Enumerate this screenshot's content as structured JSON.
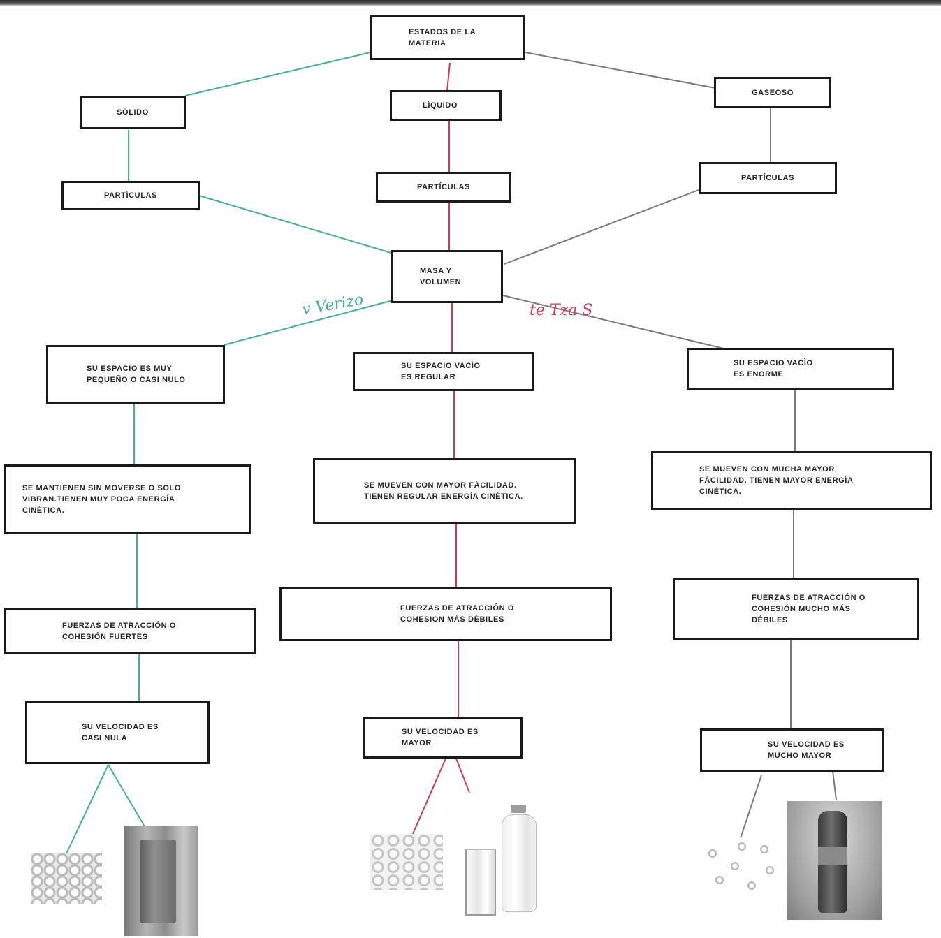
{
  "nodes": {
    "root": "ESTADOS DE LA\nMATERIA",
    "solido": "SÓLIDO",
    "liquido": "LÍQUIDO",
    "gaseoso": "GASEOSO",
    "part_solido": "PARTÍCULAS",
    "part_liquido": "PARTÍCULAS",
    "part_gaseoso": "PARTÍCULAS",
    "masa": "MASA Y\nVOLUMEN",
    "esp_solido": "SU ESPACIO ES MUY\nPEQUEÑO O CASI NULO",
    "esp_liquido": "SU ESPACIO VACÌO\nES REGULAR",
    "esp_gaseoso": "SU ESPACIO VACÌO\nES ENORME",
    "mov_solido": "SE MANTIENEN SIN MOVERSE O SOLO\nVIBRAN.TIENEN MUY POCA ENERGÍA\nCINÉTICA.",
    "mov_liquido": "SE MUEVEN CON MAYOR FÁCILIDAD.\nTIENEN REGULAR ENERGÍA CINÉTICA.",
    "mov_gaseoso": "SE MUEVEN CON MUCHA MAYOR\nFÁCILIDAD. TIENEN MAYOR ENERGÍA\nCINÉTICA.",
    "fuer_solido": "FUERZAS DE ATRACCIÓN O\nCOHESIÓN FUERTES",
    "fuer_liquido": "FUERZAS DE ATRACCIÓN O\nCOHESIÓN MÁS DÉBILES",
    "fuer_gaseoso": "FUERZAS DE ATRACCIÓN O\nCOHESIÓN MUCHO MÁS\nDÉBILES",
    "vel_solido": "SU VELOCIDAD ES\nCASI NULA",
    "vel_liquido": "SU VELOCIDAD ES\nMAYOR",
    "vel_gaseoso": "SU VELOCIDAD ES\nMUCHO MAYOR"
  },
  "handwriting": {
    "left": "v Verizo",
    "right": "te Tza  S"
  },
  "colors": {
    "solido_line": "#3fb48b",
    "liquido_line": "#cc3b55",
    "gaseoso_line": "#7a7a7a",
    "box_border": "#1a1a1a"
  }
}
